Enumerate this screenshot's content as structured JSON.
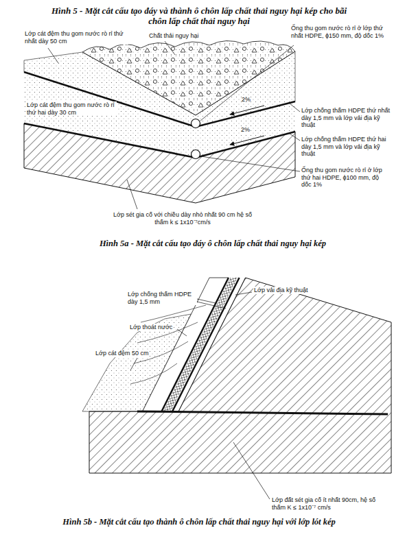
{
  "diagram": {
    "title": "Hình 5 - Mặt cắt cấu tạo đáy và thành ô chôn lấp chất thải nguy hại kép cho bãi chôn lấp chất thải nguy hại",
    "labels": [
      "Lớp cát đệm thu gom nước rò rỉ thứ nhất dày 50 cm",
      "Chất thải nguy hại",
      "Ống thu gom nước rò rỉ ở lớp thứ nhất HDPE, ϕ150 mm, độ dốc 1%",
      "Lớp chống thấm HDPE thứ nhất dày 1,5 mm và lớp vải địa kỹ thuật",
      "Lớp cát đệm thu gom nước rò rỉ thứ hai dày 30 cm",
      "2%",
      "2%",
      "Lớp chống thấm HDPE thứ hai dày 1,5 mm và lớp vải địa kỹ thuật",
      "Ống thu gom nước rò rỉ ở lớp thứ hai HDPE, ϕ100 mm, độ dốc 1%",
      "Lớp sét gia cố với chiều dày nhỏ nhất 90 cm hệ số thấm k ≤ 1x10⁻⁷cm/s",
      "Hình 5a - Mặt cắt cấu tạo đáy ô chôn lấp chất thải nguy hại kép",
      "Lớp chống thấm HDPE dày 1,5 mm",
      "Lớp vải địa kỹ thuật",
      "Lớp thoát nước",
      "Lớp cát đệm 50 cm",
      "Lớp đất sét gia cố ít nhất 90cm, hệ số thấm K ≤ 1x10⁻⁷ cm/s",
      "Hình 5b - Mặt cắt cấu tạo thành ô chôn lấp chất thải nguy hại với lớp lót kép"
    ]
  }
}
